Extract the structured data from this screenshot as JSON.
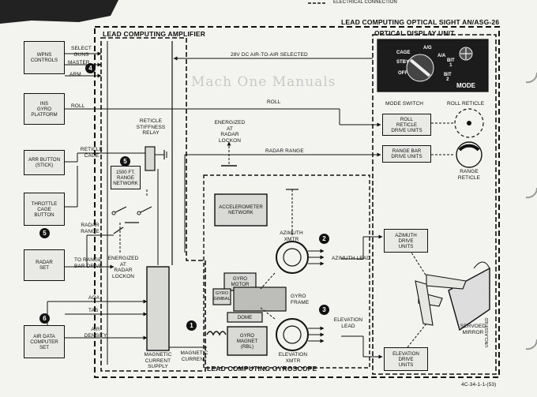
{
  "titles": {
    "system": "LEAD COMPUTING OPTICAL SIGHT AN/ASG-26",
    "amplifier": "LEAD COMPUTING AMPLIFIER",
    "optical_display": "OPTICAL DISPLAY UNIT",
    "gyroscope": "LEAD COMPUTING GYROSCOPE"
  },
  "watermark": "Mach One Manuals",
  "top_legend": "ELECTRICAL CONNECTION",
  "left_boxes": [
    {
      "text": "WPNS\nCONTROLS"
    },
    {
      "text": "INS\nGYRO\nPLATFORM"
    },
    {
      "text": "ARR BUTTON\n(STICK)"
    },
    {
      "text": "THROTTLE\nCAGE\nBUTTON"
    },
    {
      "text": "RADAR\nSET"
    },
    {
      "text": "AIR DATA\nCOMPUTER\nSET"
    }
  ],
  "inner_boxes": {
    "range_network": "1500 FT.\nRANGE\nNETWORK",
    "accelerometer": "ACCELEROMETER\nNETWORK",
    "gyro_motor": "GYRO\nMOTOR",
    "gyro_gimbal": "GYRO\nGIMBAL",
    "dome": "DOME",
    "gyro_magnet": "GYRO\nMAGNET\n(RBL)",
    "roll_reticle_units": "ROLL\nRETICLE\nDRIVE UNITS",
    "range_bar_units": "RANGE BAR\nDRIVE UNITS",
    "azimuth_units": "AZIMUTH\nDRIVE\nUNITS",
    "elevation_units": "ELEVATION\nDRIVE\nUNITS"
  },
  "signals": {
    "select_guns": "SELECT\nGUNS",
    "master": "MASTER",
    "arm": "ARM",
    "air_to_air": "28V DC AIR-TO-AIR SELECTED",
    "roll_left": "ROLL",
    "roll_center": "ROLL",
    "reticle_cage": "RETICLE\nCAGE",
    "radar_range_left": "RADAR\nRANGE",
    "radar_range_center": "RADAR RANGE",
    "to_range_bar_drive": "TO RANGE\nBAR DRIVE",
    "aoa": "AOA",
    "tas": "TAS",
    "air_density": "AIR\nDENSITY",
    "reticle_stiffness_relay": "RETICLE\nSTIFFNESS\nRELAY",
    "energized_lockon_top": "ENERGIZED\nAT\nRADAR\nLOCKON",
    "energized_lockon_left": "ENERGIZED\nAT\nRADAR\nLOCKON",
    "magnetic_current_supply": "MAGNETIC\nCURRENT\nSUPPLY",
    "magnetic_current": "MAGNETIC\nCURRENT",
    "azimuth_xmtr": "AZIMUTH\nXMTR",
    "azimuth_lead": "AZIMUTH LEAD",
    "gyro_frame": "GYRO\nFRAME",
    "elevation_lead": "ELEVATION\nLEAD",
    "elevation_xmtr": "ELEVATION\nXMTR",
    "mode_switch": "MODE SWITCH",
    "roll_reticle": "ROLL RETICLE",
    "range_reticle": "RANGE\nRETICLE",
    "servoed_mirror": "SERVOED\nMIRROR"
  },
  "mode_knob": {
    "cage": "CAGE",
    "stby": "STBY",
    "off": "OFF",
    "ag": "A/G",
    "aa": "A/A",
    "bit1": "BIT\n1",
    "bit2": "BIT\n2",
    "mode": "MODE"
  },
  "badges": [
    "1",
    "2",
    "3",
    "4",
    "5",
    "5",
    "6"
  ],
  "figure_id": "4C-34-1-1-(53)",
  "side_stamp": "UNCLASSIFIED"
}
